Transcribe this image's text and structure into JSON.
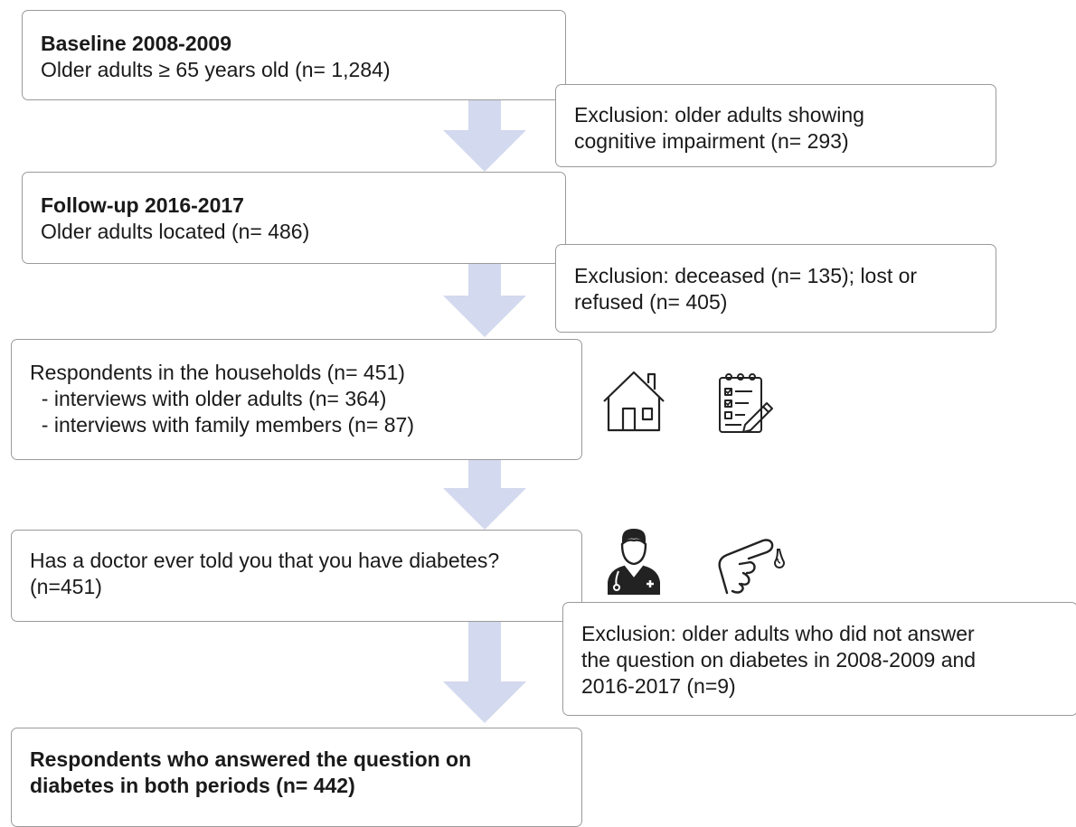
{
  "boxes": {
    "baseline": {
      "title": "Baseline 2008-2009",
      "text": "Older adults ≥ 65 years old (n= 1,284)"
    },
    "exclusion_1": {
      "lines": [
        "Exclusion: older adults showing",
        "cognitive impairment (n= 293)"
      ]
    },
    "followup": {
      "title": "Follow-up 2016-2017",
      "text": "Older adults located (n= 486)"
    },
    "exclusion_2": {
      "lines": [
        "Exclusion: deceased (n= 135); lost or",
        "refused (n= 405)"
      ]
    },
    "respondents": {
      "lines": [
        "Respondents in the households (n= 451)",
        "  - interviews with older adults (n= 364)",
        "  - interviews with family members (n= 87)"
      ]
    },
    "question": {
      "lines": [
        "Has a doctor ever told you that you have diabetes?",
        "(n=451)"
      ]
    },
    "exclusion_3": {
      "lines": [
        "Exclusion: older adults who did not answer",
        "the question on diabetes in 2008-2009 and",
        "2016-2017 (n=9)"
      ]
    },
    "final": {
      "lines": [
        "Respondents who answered the question on",
        "diabetes in both periods (n= 442)"
      ]
    }
  },
  "icons": [
    "house-icon",
    "clipboard-checklist-icon",
    "doctor-icon",
    "finger-blood-drop-icon"
  ],
  "colors": {
    "arrow": "#d3d9ee",
    "border": "#9a9a9a",
    "text": "#1a1a1a"
  }
}
